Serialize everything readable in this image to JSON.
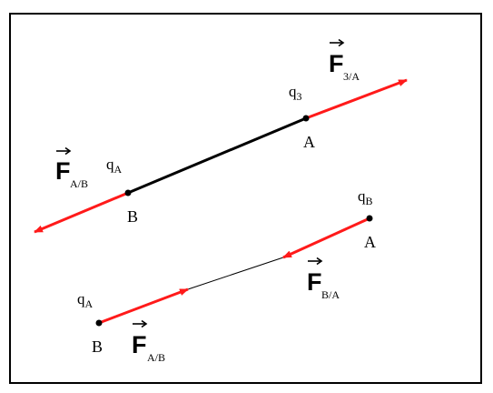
{
  "colors": {
    "force": "#ff1a1a",
    "line": "#000000",
    "frame": "#000000",
    "background": "#ffffff"
  },
  "top_system": {
    "charge_A": "q",
    "charge_A_sub": "A",
    "point_B": "B",
    "charge_3": "q",
    "charge_3_sub": "3",
    "point_A": "A",
    "force_left": {
      "symbol": "F",
      "sub": "A/B"
    },
    "force_right": {
      "symbol": "F",
      "sub": "3/A"
    }
  },
  "bottom_system": {
    "charge_B": "q",
    "charge_B_sub": "B",
    "point_A": "A",
    "charge_A": "q",
    "charge_A_sub": "A",
    "point_B": "B",
    "force_BA": {
      "symbol": "F",
      "sub": "B/A"
    },
    "force_AB": {
      "symbol": "F",
      "sub": "A/B"
    }
  }
}
